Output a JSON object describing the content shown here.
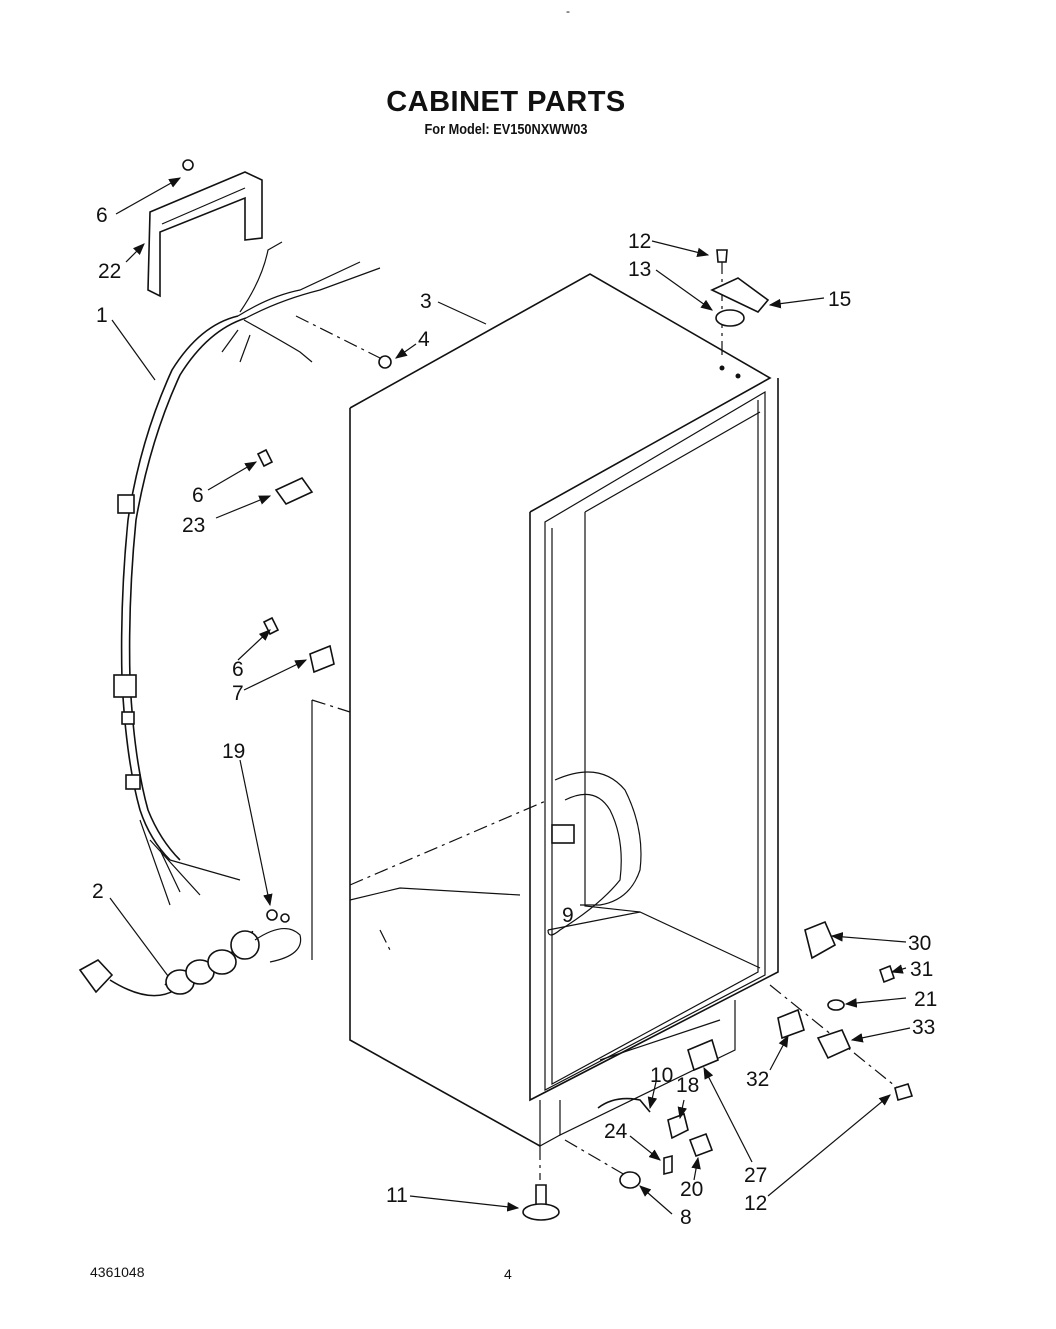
{
  "header": {
    "title": "CABINET PARTS",
    "subtitle": "For Model: EV150NXWW03",
    "top_mark": "-"
  },
  "footer": {
    "doc_number": "4361048",
    "page_number": "4"
  },
  "callouts": [
    {
      "id": "c-6a",
      "label": "6",
      "part": "screw"
    },
    {
      "id": "c-22",
      "label": "22",
      "part": "bracket"
    },
    {
      "id": "c-1",
      "label": "1",
      "part": "wire-harness"
    },
    {
      "id": "c-4",
      "label": "4",
      "part": "grommet"
    },
    {
      "id": "c-3",
      "label": "3",
      "part": "cabinet"
    },
    {
      "id": "c-12a",
      "label": "12",
      "part": "screw"
    },
    {
      "id": "c-13",
      "label": "13",
      "part": "shim"
    },
    {
      "id": "c-15",
      "label": "15",
      "part": "top-hinge"
    },
    {
      "id": "c-6b",
      "label": "6",
      "part": "screw"
    },
    {
      "id": "c-23",
      "label": "23",
      "part": "clip"
    },
    {
      "id": "c-6c",
      "label": "6",
      "part": "screw"
    },
    {
      "id": "c-7",
      "label": "7",
      "part": "clamp"
    },
    {
      "id": "c-19",
      "label": "19",
      "part": "ground-screw"
    },
    {
      "id": "c-2",
      "label": "2",
      "part": "power-cord"
    },
    {
      "id": "c-9",
      "label": "9",
      "part": "drain-fitting"
    },
    {
      "id": "c-30",
      "label": "30",
      "part": "hinge-cover"
    },
    {
      "id": "c-31",
      "label": "31",
      "part": "screw"
    },
    {
      "id": "c-21",
      "label": "21",
      "part": "washer"
    },
    {
      "id": "c-33",
      "label": "33",
      "part": "bottom-hinge"
    },
    {
      "id": "c-32",
      "label": "32",
      "part": "shim"
    },
    {
      "id": "c-10",
      "label": "10",
      "part": "drain-tube"
    },
    {
      "id": "c-18",
      "label": "18",
      "part": "bracket"
    },
    {
      "id": "c-24",
      "label": "24",
      "part": "screw"
    },
    {
      "id": "c-20",
      "label": "20",
      "part": "clip"
    },
    {
      "id": "c-27",
      "label": "27",
      "part": "cover"
    },
    {
      "id": "c-12b",
      "label": "12",
      "part": "screw"
    },
    {
      "id": "c-11",
      "label": "11",
      "part": "leveling-leg"
    },
    {
      "id": "c-8",
      "label": "8",
      "part": "plug"
    }
  ]
}
